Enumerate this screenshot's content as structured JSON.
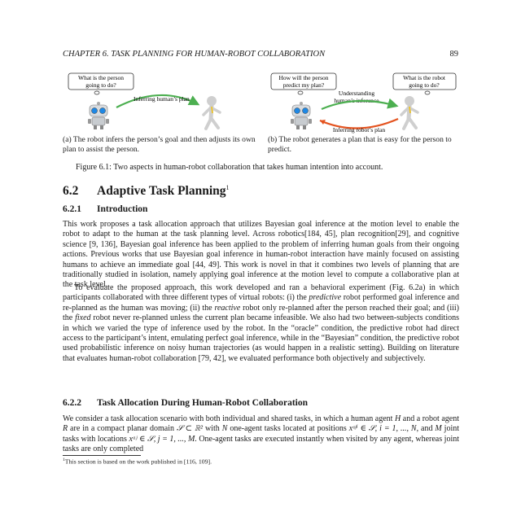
{
  "running_head": {
    "chapter": "CHAPTER 6.  TASK PLANNING FOR HUMAN-ROBOT COLLABORATION",
    "page_number": "89"
  },
  "figure": {
    "panel_a": {
      "thought_bubble": [
        "What is the person",
        "going to do?"
      ],
      "arrow_label": "Inferring human’s plan",
      "caption": "(a) The robot infers the person’s goal and then adjusts its own plan to assist the person."
    },
    "panel_b": {
      "person_bubble": [
        "How will the person",
        "predict my plan?"
      ],
      "robot_bubble": [
        "What is the robot",
        "going to do?"
      ],
      "top_label": [
        "Understanding",
        "human’s inference"
      ],
      "bottom_label": "Inferring robot’s plan",
      "caption": "(b) The robot generates a plan that is easy for the person to predict."
    },
    "caption": "Figure 6.1: Two aspects in human-robot collaboration that takes human intention into account."
  },
  "section": {
    "number": "6.2",
    "title": "Adaptive Task Planning",
    "footnote_mark": "1"
  },
  "subsection1": {
    "number": "6.2.1",
    "title": "Introduction"
  },
  "para1": "This work proposes a task allocation approach that utilizes Bayesian goal inference at the motion level to enable the robot to adapt to the human at the task planning level. Across robotics[184, 45], plan recognition[29], and cognitive science [9, 136], Bayesian goal inference has been applied to the problem of inferring human goals from their ongoing actions. Previous works that use Bayesian goal inference in human-robot interaction have mainly focused on assisting humans to achieve an immediate goal [44, 49]. This work is novel in that it combines two levels of planning that are traditionally studied in isolation, namely applying goal inference at the motion level to compute a collaborative plan at the task level.",
  "para2": {
    "t1": "To evaluate the proposed approach, this work developed and ran a behavioral experiment (Fig. 6.2a) in which participants collaborated with three different types of virtual robots: (i) the ",
    "e1": "predictive",
    "t2": " robot performed goal inference and re-planned as the human was moving; (ii) the ",
    "e2": "reactive",
    "t3": " robot only re-planned after the person reached their goal; and (iii) the ",
    "e3": "fixed",
    "t4": " robot never re-planned unless the current plan became infeasible. We also had two between-subjects conditions in which we varied the type of inference used by the robot. In the “oracle” condition, the predictive robot had direct access to the participant’s intent, emulating perfect goal inference, while in the “Bayesian” condition, the predictive robot used probabilistic inference on noisy human trajectories (as would happen in a realistic setting). Building on literature that evaluates human-robot collaboration [79, 42], we evaluated performance both objectively and subjectively."
  },
  "subsection2": {
    "number": "6.2.2",
    "title": "Task Allocation During Human-Robot Collaboration"
  },
  "para3": {
    "t1": "We consider a task allocation scenario with both individual and shared tasks, in which a human agent ",
    "H": "H",
    "t2": " and a robot agent ",
    "R": "R",
    "t3": " are in a compact planar domain ",
    "m1": "𝒮 ⊂ ℝ²",
    "t4": " with ",
    "N": "N",
    "t5": " one-agent tasks located at positions ",
    "m2": "xᵒʲⁱ ∈ 𝒮, i = 1, ..., N",
    "t6": ", and ",
    "M": "M",
    "t7": " joint tasks with locations ",
    "m3": "xᵃʲ ∈ 𝒮, j = 1, ..., M",
    "t8": ". One-agent tasks are executed instantly when visited by any agent, whereas joint tasks are only completed"
  },
  "footnote": {
    "mark": "1",
    "text": "This section is based on the work published in [116, 109]."
  }
}
